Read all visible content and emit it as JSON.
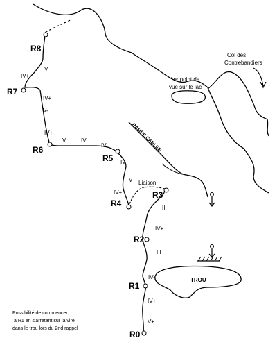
{
  "stations": {
    "r0": "R0",
    "r1": "R1",
    "r2": "R2",
    "r3": "R3",
    "r4": "R4",
    "r5": "R5",
    "r6": "R6",
    "r7": "R7",
    "r8": "R8"
  },
  "grades": {
    "r0_r1_a": "V+",
    "r0_r1_b": "IV+",
    "r1_r2_a": "IV-",
    "r1_r2_b": "III",
    "r2_r3_a": "IV+",
    "r2_r3_b": "III",
    "r4_r5_a": "IV+",
    "r4_r5_b": "V",
    "r4_r5_c": "IV",
    "r5_r6_a": "IV",
    "r5_r6_b": "IV",
    "r5_r6_c": "V",
    "r6_r7_a": "IV+",
    "r6_r7_b": "V-",
    "r6_r7_c": "IV+",
    "r7_r8_a": "IV+",
    "r7_r8_b": "V"
  },
  "labels": {
    "liaison": "Liaison",
    "rampe": "RAMPE CABLEE",
    "trou": "TROU",
    "col_line1": "Col des",
    "col_line2": "Contrebandiers",
    "point_line1": "1er point de",
    "point_line2": "vue sur le lac",
    "note_line1": "Possibilité de commencer",
    "note_line2": "à R1 en s'arretant sur la vire",
    "note_line3": "dans le trou lors du 2nd rappel"
  }
}
